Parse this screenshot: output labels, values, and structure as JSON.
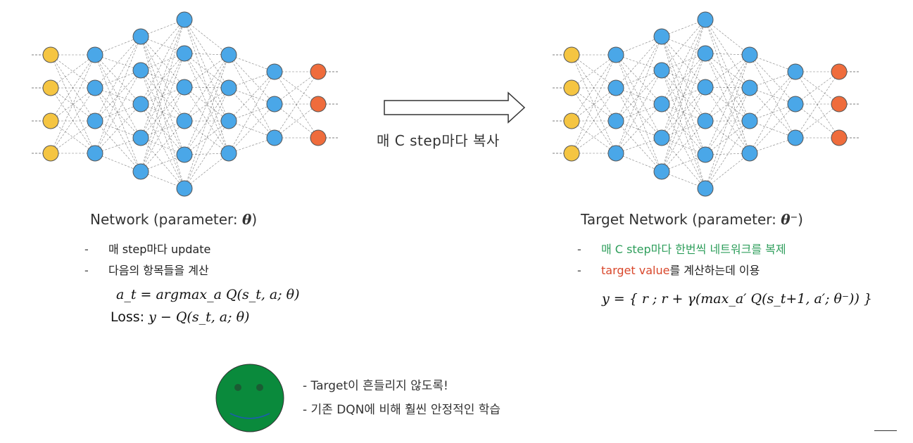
{
  "copy_arrow": {
    "label": "매 C step마다 복사"
  },
  "left_network": {
    "title_prefix": "Network (parameter: ",
    "title_symbol": "θ",
    "title_suffix": ")",
    "bullets": [
      {
        "dash": "-",
        "text": "매 step마다 update"
      },
      {
        "dash": "-",
        "text": "다음의 항목들을 계산"
      }
    ],
    "equation_action": "a_t = argmax_a Q(s_t, a; θ)",
    "equation_loss_label": "Loss:",
    "equation_loss": "y − Q(s_t, a; θ)"
  },
  "right_network": {
    "title_prefix": "Target Network (parameter: ",
    "title_symbol": "θ⁻",
    "title_suffix": ")",
    "bullets": [
      {
        "dash": "-",
        "text": "매 C step마다 한번씩 네트워크를 복제",
        "color": "#2e9e5b"
      },
      {
        "dash": "-",
        "text_highlight": "target value",
        "text_rest": "를 계산하는데 이용",
        "color": "#d9472b"
      }
    ],
    "equation_target": "y = { r ; r + γ(max_a′ Q(s_t+1, a′; θ⁻)) }"
  },
  "notes": [
    "- Target이 흔들리지 않도록!",
    "- 기존 DQN에 비해 훨씬 안정적인 학습"
  ],
  "colors": {
    "input_node": "#f5c542",
    "hidden_node": "#4aa7e8",
    "output_node": "#ef6c3c",
    "smiley_face": "#0a8a3c",
    "green_text": "#2e9e5b",
    "red_text": "#d9472b"
  }
}
